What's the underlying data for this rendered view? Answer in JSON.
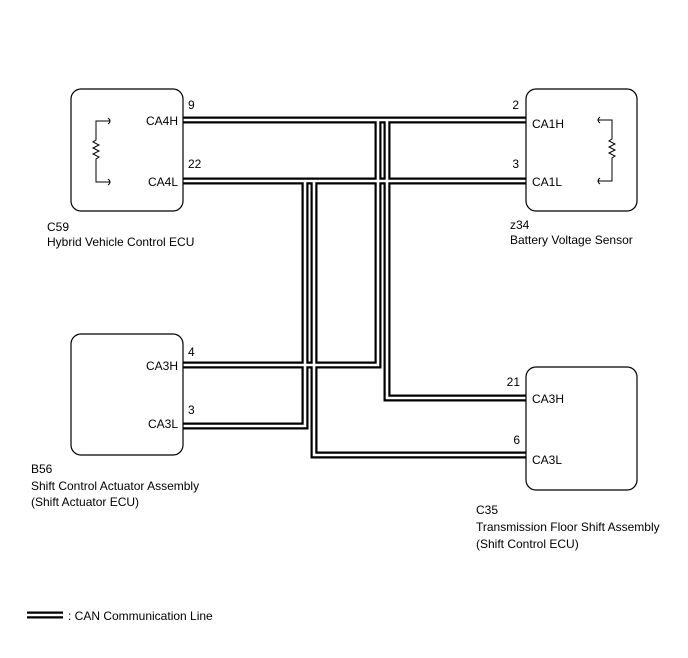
{
  "components": {
    "hv_ecu": {
      "code": "C59",
      "name": "Hybrid Vehicle Control ECU",
      "pin_high": {
        "number": "9",
        "label": "CA4H"
      },
      "pin_low": {
        "number": "22",
        "label": "CA4L"
      }
    },
    "battery_sensor": {
      "code": "z34",
      "name": "Battery Voltage Sensor",
      "pin_high": {
        "number": "2",
        "label": "CA1H"
      },
      "pin_low": {
        "number": "3",
        "label": "CA1L"
      }
    },
    "shift_actuator": {
      "code": "B56",
      "name_line1": "Shift Control Actuator Assembly",
      "name_line2": "(Shift Actuator ECU)",
      "pin_high": {
        "number": "4",
        "label": "CA3H"
      },
      "pin_low": {
        "number": "3",
        "label": "CA3L"
      }
    },
    "floor_shift": {
      "code": "C35",
      "name_line1": "Transmission Floor Shift Assembly",
      "name_line2": "(Shift Control ECU)",
      "pin_high": {
        "number": "21",
        "label": "CA3H"
      },
      "pin_low": {
        "number": "6",
        "label": "CA3L"
      }
    }
  },
  "legend": {
    "label": ": CAN Communication Line"
  }
}
